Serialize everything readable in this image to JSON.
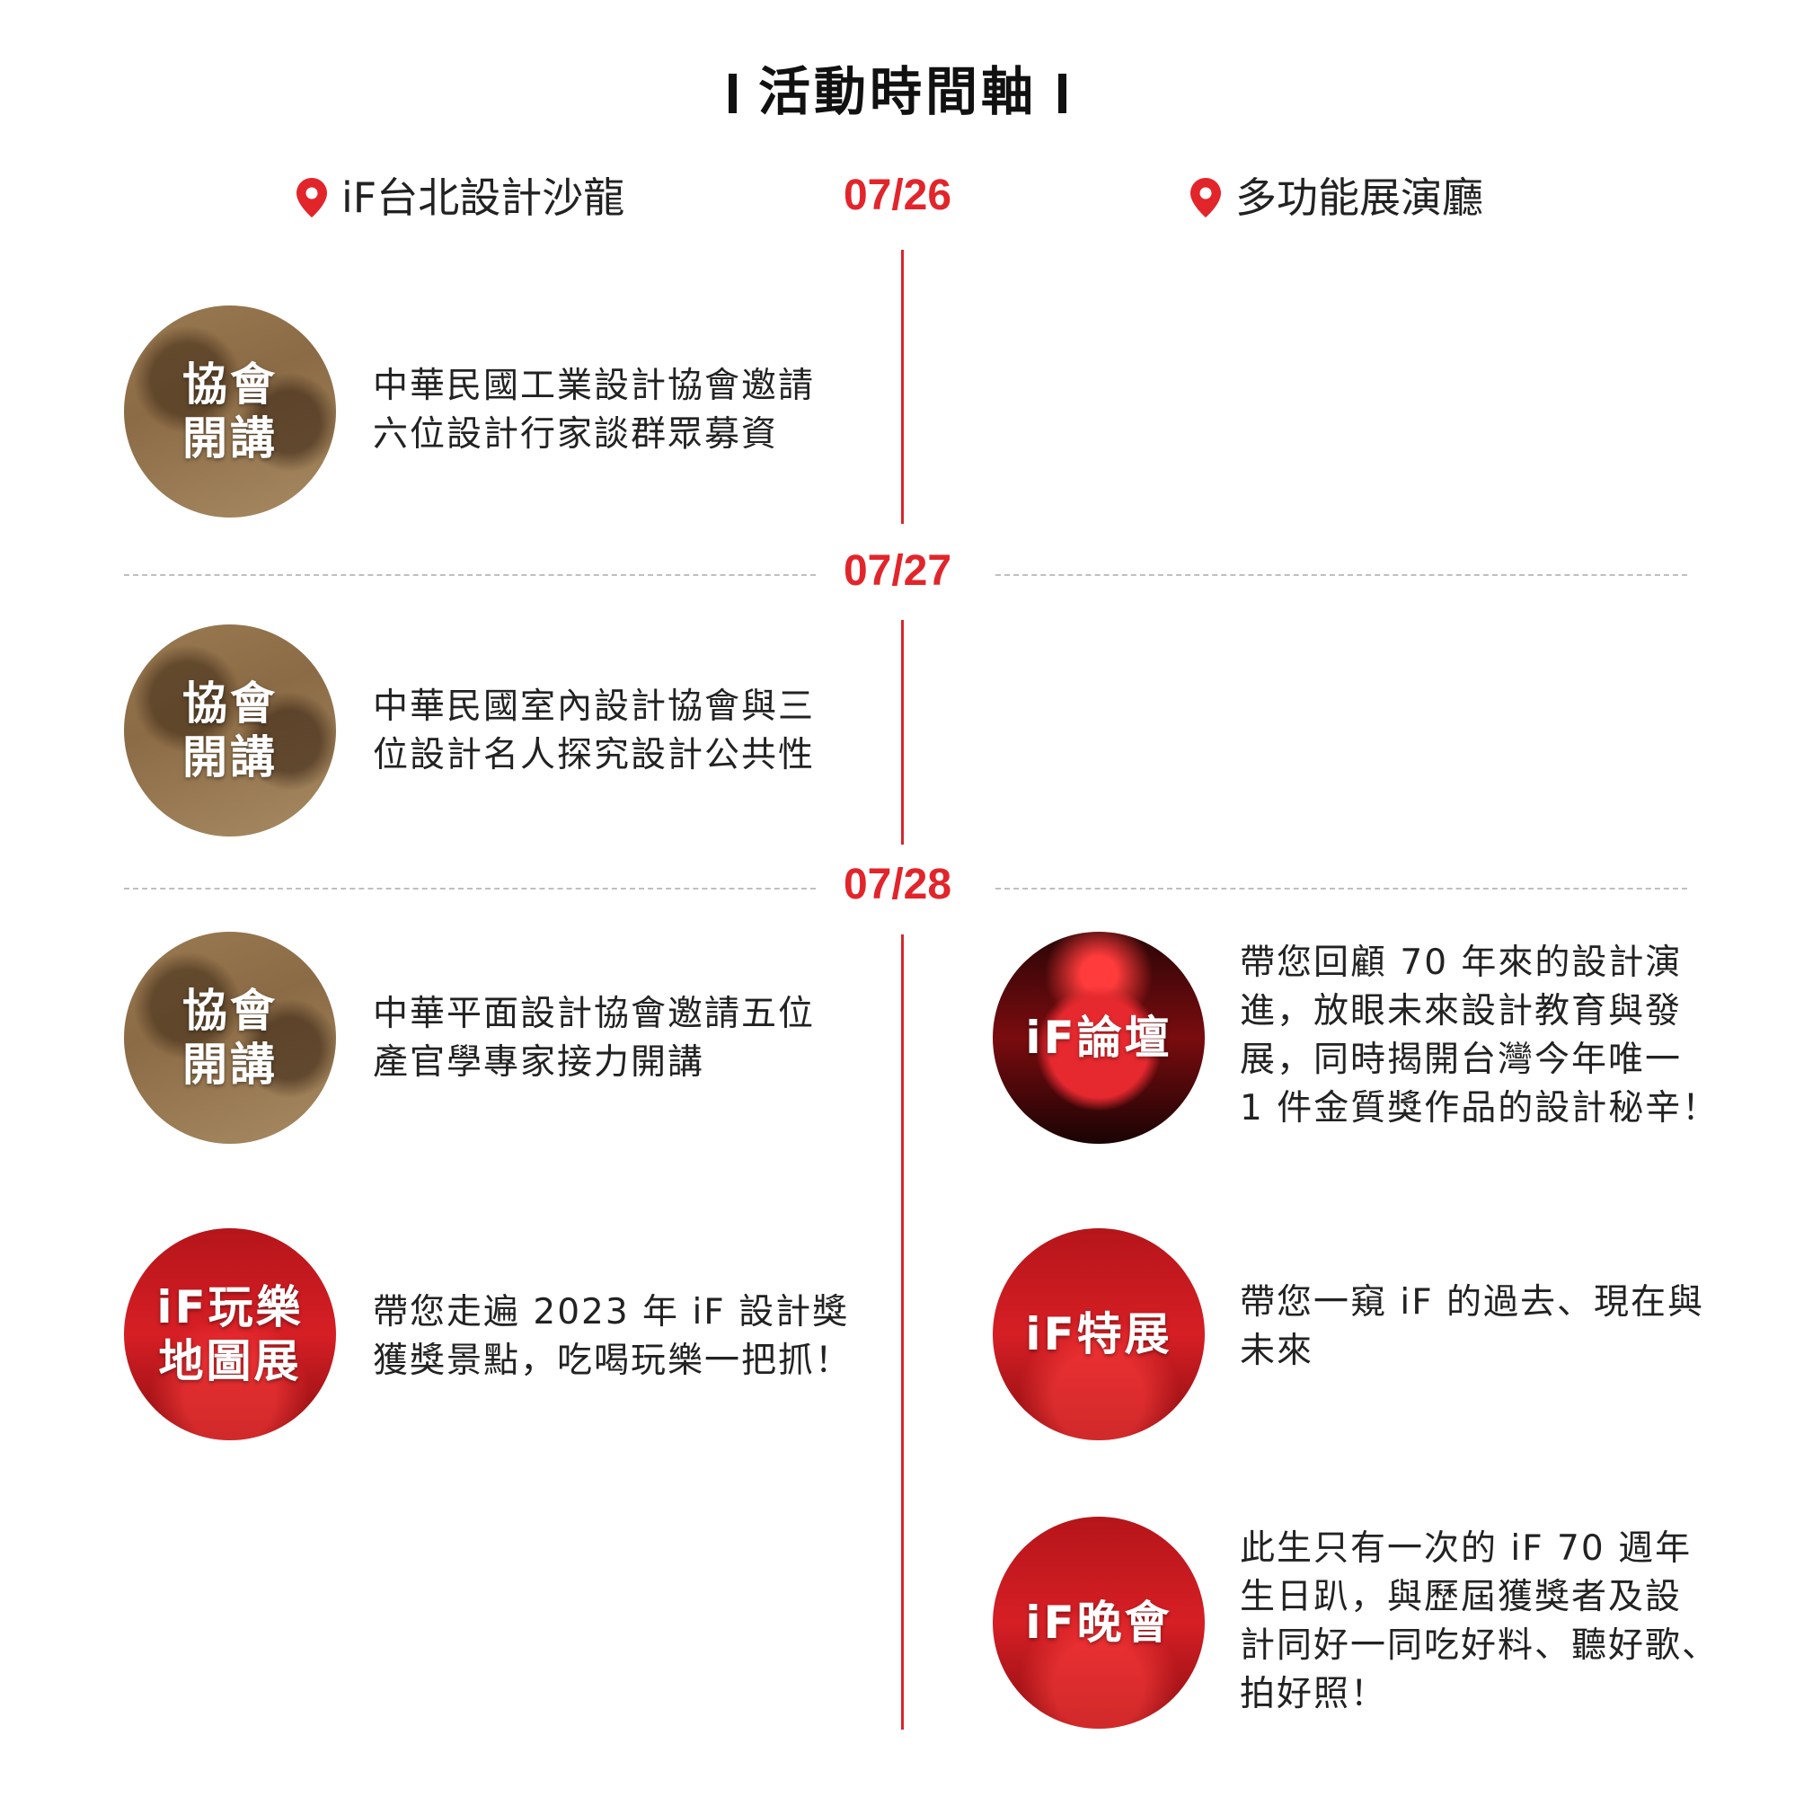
{
  "title": "活動時間軸",
  "venues": {
    "left": "iF台北設計沙龍",
    "right": "多功能展演廳"
  },
  "dates": [
    "07/26",
    "07/27",
    "07/28"
  ],
  "events": {
    "e1": {
      "label": "協會\n開講",
      "desc": "中華民國工業設計協會邀請\n六位設計行家談群眾募資"
    },
    "e2": {
      "label": "協會\n開講",
      "desc": "中華民國室內設計協會與三\n位設計名人探究設計公共性"
    },
    "e3": {
      "label": "協會\n開講",
      "desc": "中華平面設計協會邀請五位\n產官學專家接力開講"
    },
    "e4": {
      "label": "iF玩樂\n地圖展",
      "desc": "帶您走遍 2023 年 iF 設計獎\n獲獎景點，吃喝玩樂一把抓！"
    },
    "e5": {
      "label": "iF論壇",
      "desc": "帶您回顧 70 年來的設計演\n進，放眼未來設計教育與發\n展，同時揭開台灣今年唯一\n1 件金質獎作品的設計秘辛！"
    },
    "e6": {
      "label": "iF特展",
      "desc": "帶您一窺 iF 的過去、現在與\n未來"
    },
    "e7": {
      "label": "iF晚會",
      "desc": "此生只有一次的 iF 70 週年\n生日趴，與歷屆獲獎者及設\n計同好一同吃好料、聽好歌、\n拍好照！"
    }
  },
  "colors": {
    "accent": "#e2252b",
    "line": "#d7272d"
  }
}
